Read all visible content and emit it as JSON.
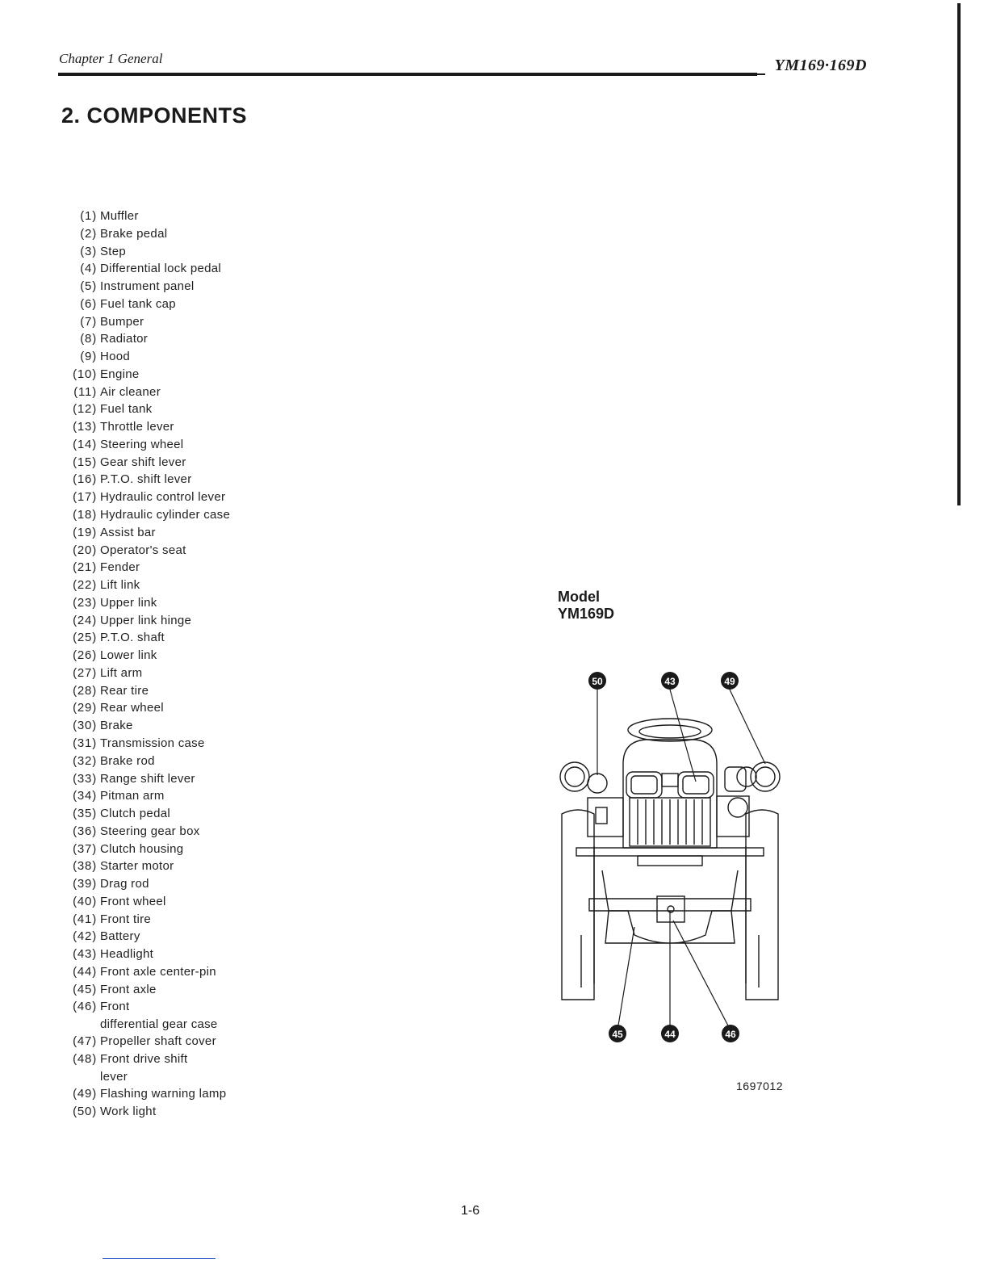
{
  "header": {
    "chapter": "Chapter 1  General",
    "model": "YM169·169D"
  },
  "section_title": "2. COMPONENTS",
  "parts": [
    {
      "num": "(1)",
      "name": "Muffler"
    },
    {
      "num": "(2)",
      "name": "Brake pedal"
    },
    {
      "num": "(3)",
      "name": "Step"
    },
    {
      "num": "(4)",
      "name": "Differential lock pedal"
    },
    {
      "num": "(5)",
      "name": "Instrument panel"
    },
    {
      "num": "(6)",
      "name": "Fuel tank cap"
    },
    {
      "num": "(7)",
      "name": "Bumper"
    },
    {
      "num": "(8)",
      "name": "Radiator"
    },
    {
      "num": "(9)",
      "name": "Hood"
    },
    {
      "num": "(10)",
      "name": "Engine"
    },
    {
      "num": "(11)",
      "name": "Air cleaner"
    },
    {
      "num": "(12)",
      "name": "Fuel tank"
    },
    {
      "num": "(13)",
      "name": "Throttle lever"
    },
    {
      "num": "(14)",
      "name": "Steering wheel"
    },
    {
      "num": "(15)",
      "name": "Gear shift lever"
    },
    {
      "num": "(16)",
      "name": "P.T.O. shift lever"
    },
    {
      "num": "(17)",
      "name": "Hydraulic control lever"
    },
    {
      "num": "(18)",
      "name": "Hydraulic cylinder case"
    },
    {
      "num": "(19)",
      "name": "Assist bar"
    },
    {
      "num": "(20)",
      "name": "Operator's seat"
    },
    {
      "num": "(21)",
      "name": "Fender"
    },
    {
      "num": "(22)",
      "name": "Lift link"
    },
    {
      "num": "(23)",
      "name": "Upper link"
    },
    {
      "num": "(24)",
      "name": "Upper link hinge"
    },
    {
      "num": "(25)",
      "name": "P.T.O. shaft"
    },
    {
      "num": "(26)",
      "name": "Lower link"
    },
    {
      "num": "(27)",
      "name": "Lift arm"
    },
    {
      "num": "(28)",
      "name": "Rear tire"
    },
    {
      "num": "(29)",
      "name": "Rear wheel"
    },
    {
      "num": "(30)",
      "name": "Brake"
    },
    {
      "num": "(31)",
      "name": "Transmission case"
    },
    {
      "num": "(32)",
      "name": "Brake rod"
    },
    {
      "num": "(33)",
      "name": "Range shift lever"
    },
    {
      "num": "(34)",
      "name": "Pitman arm"
    },
    {
      "num": "(35)",
      "name": "Clutch pedal"
    },
    {
      "num": "(36)",
      "name": "Steering gear box"
    },
    {
      "num": "(37)",
      "name": "Clutch housing"
    },
    {
      "num": "(38)",
      "name": "Starter motor"
    },
    {
      "num": "(39)",
      "name": "Drag rod"
    },
    {
      "num": "(40)",
      "name": "Front wheel"
    },
    {
      "num": "(41)",
      "name": "Front tire"
    },
    {
      "num": "(42)",
      "name": "Battery"
    },
    {
      "num": "(43)",
      "name": "Headlight"
    },
    {
      "num": "(44)",
      "name": "Front axle center-pin"
    },
    {
      "num": "(45)",
      "name": "Front axle"
    },
    {
      "num": "(46)",
      "name": "Front"
    },
    {
      "num": "",
      "name": "differential gear case"
    },
    {
      "num": "(47)",
      "name": "Propeller shaft cover"
    },
    {
      "num": "(48)",
      "name": "Front drive shift"
    },
    {
      "num": "",
      "name": "lever"
    },
    {
      "num": "(49)",
      "name": "Flashing warning lamp"
    },
    {
      "num": "(50)",
      "name": "Work light"
    }
  ],
  "figure": {
    "model_label": "Model",
    "model_name": "YM169D",
    "callouts_top": [
      "50",
      "43",
      "49"
    ],
    "callouts_bottom": [
      "45",
      "44",
      "46"
    ],
    "figure_number": "1697012"
  },
  "page_number": "1-6"
}
